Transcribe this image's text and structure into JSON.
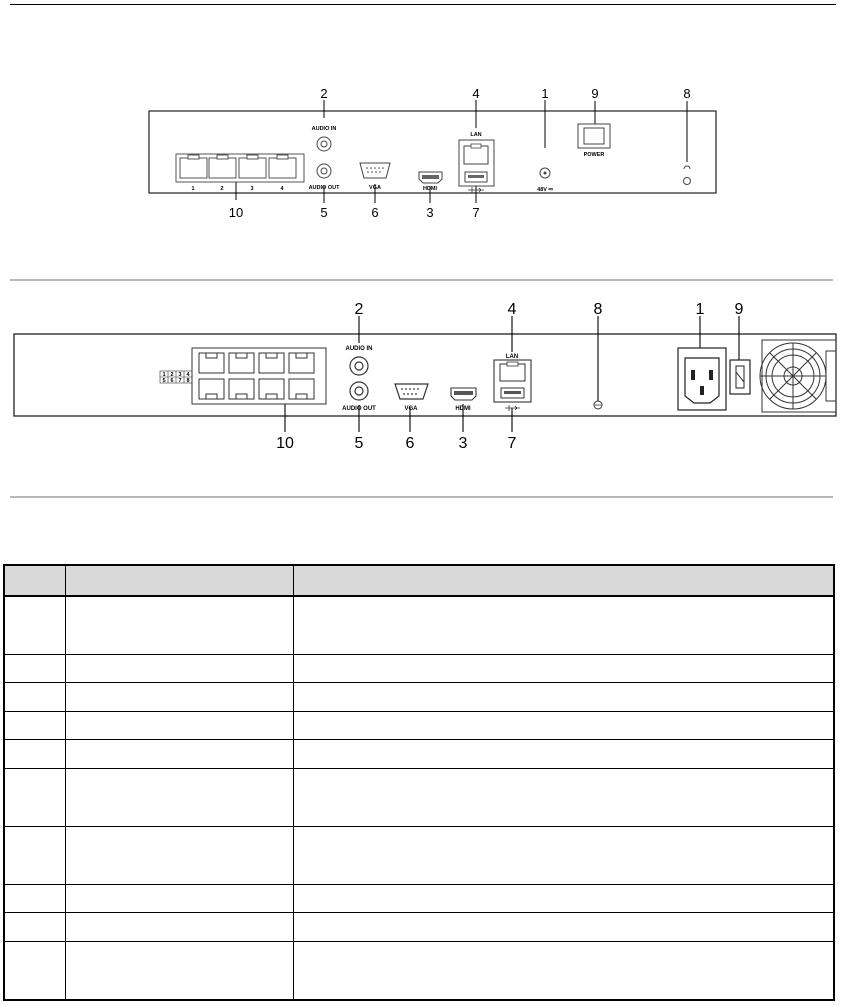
{
  "panel_top": {
    "callouts": [
      "2",
      "4",
      "1",
      "9",
      "8",
      "10",
      "5",
      "6",
      "3",
      "7"
    ],
    "labels": {
      "audio_in": "AUDIO IN",
      "audio_out": "AUDIO OUT",
      "vga": "VGA",
      "hdmi": "HDMI",
      "lan": "LAN",
      "power_in": "48V ⎓",
      "power": "POWER"
    },
    "port_numbers": [
      "1",
      "2",
      "3",
      "4"
    ]
  },
  "panel_bottom": {
    "callouts": [
      "2",
      "4",
      "8",
      "1",
      "9",
      "10",
      "5",
      "6",
      "3",
      "7"
    ],
    "labels": {
      "audio_in": "AUDIO IN",
      "audio_out": "AUDIO OUT",
      "vga": "VGA",
      "hdmi": "HDMI",
      "lan": "LAN"
    },
    "port_grid": [
      "1",
      "2",
      "3",
      "4",
      "5",
      "6",
      "7",
      "8"
    ]
  },
  "table": {
    "rows": 10
  }
}
